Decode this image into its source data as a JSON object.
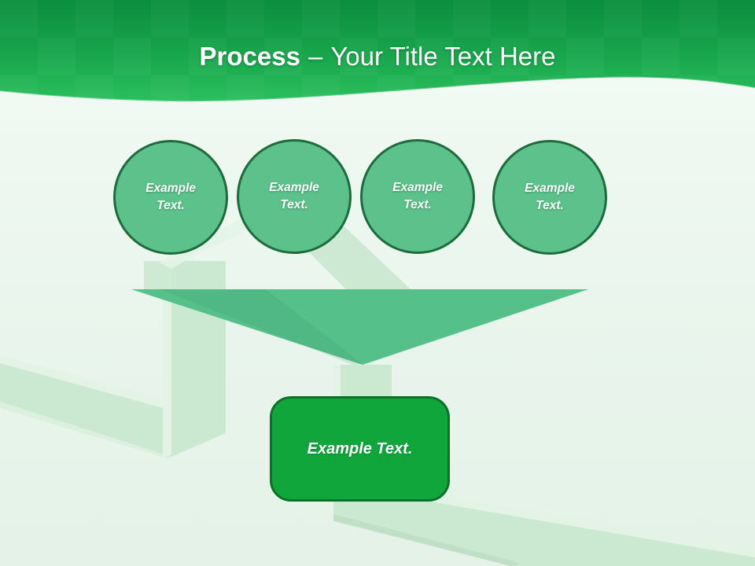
{
  "slide_title": {
    "keyword": "Process",
    "separator": "–",
    "rest": "Your Title Text Here"
  },
  "process_circles": [
    {
      "label": "Example Text."
    },
    {
      "label": "Example Text."
    },
    {
      "label": "Example Text."
    },
    {
      "label": "Example Text."
    }
  ],
  "result_box": {
    "label": "Example Text."
  },
  "colors": {
    "header_green_dark": "#0b8e3e",
    "header_green_mid": "#18a64c",
    "header_green_light": "#2bbf5e",
    "title_text": "#ffffff",
    "circle_fill": "#5cc18b",
    "circle_border": "#1e6b3b",
    "triangle_fill": "#56c08b",
    "triangle_shade": "#2f8f62",
    "box_fill": "#10a63c",
    "box_border": "#0b7129",
    "watermark_main": "#cbe8d1",
    "watermark_light": "#e3f4e7",
    "watermark_shade": "#b9dcc2",
    "background": "#eaf6ee"
  }
}
